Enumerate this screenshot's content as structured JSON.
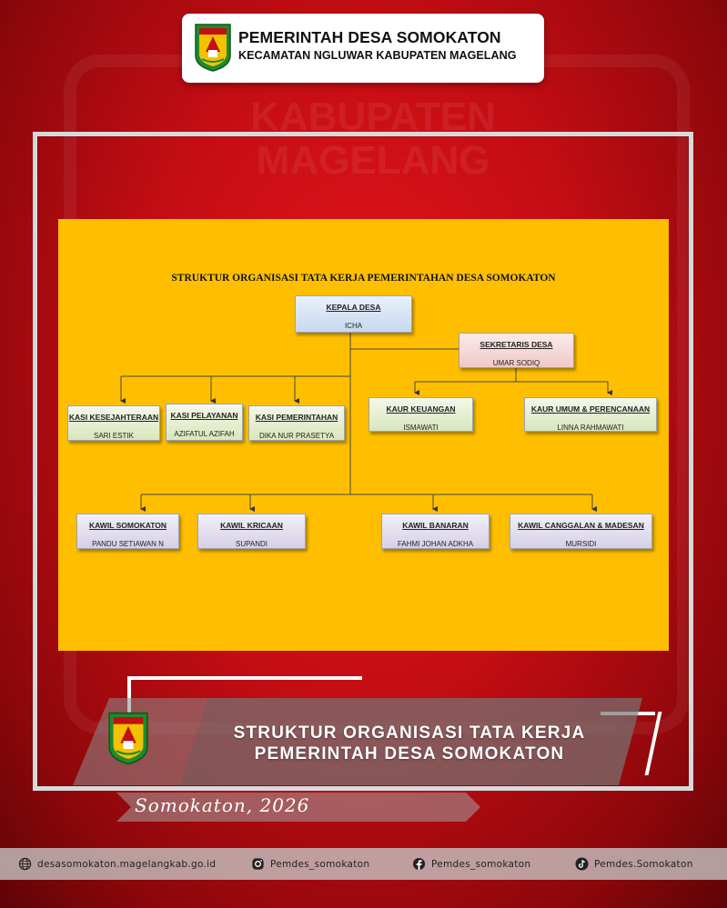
{
  "header": {
    "title": "PEMERINTAH DESA SOMOKATON",
    "subtitle": "KECAMATAN NGLUWAR KABUPATEN MAGELANG"
  },
  "background": {
    "watermark_text": "KABUPATEN MAGELANG"
  },
  "chart": {
    "title": "STRUKTUR ORGANISASI TATA KERJA PEMERINTAHAN DESA SOMOKATON",
    "nodes": {
      "kepala": {
        "title": "KEPALA DESA",
        "name": "ICHA"
      },
      "sekretaris": {
        "title": "SEKRETARIS DESA",
        "name": "UMAR SODIQ"
      },
      "kasi_kesra": {
        "title": "KASI KESEJAHTERAAN",
        "name": "SARI ESTIK"
      },
      "kasi_pel": {
        "title": "KASI PELAYANAN",
        "name": "AZIFATUL AZIFAH"
      },
      "kasi_pem": {
        "title": "KASI PEMERINTAHAN",
        "name": "DIKA NUR PRASETYA"
      },
      "kaur_keu": {
        "title": "KAUR KEUANGAN",
        "name": "ISMAWATI"
      },
      "kaur_umum": {
        "title": "KAUR UMUM & PERENCANAAN",
        "name": "LINNA RAHMAWATI"
      },
      "kawil_som": {
        "title": "KAWIL SOMOKATON",
        "name": "PANDU SETIAWAN N"
      },
      "kawil_kri": {
        "title": "KAWIL KRICAAN",
        "name": "SUPANDI"
      },
      "kawil_ban": {
        "title": "KAWIL BANARAN",
        "name": "FAHMI JOHAN ADKHA"
      },
      "kawil_can": {
        "title": "KAWIL CANGGALAN & MADESAN",
        "name": "MURSIDI"
      }
    }
  },
  "banner": {
    "line1": "STRUKTUR ORGANISASI TATA KERJA",
    "line2": "PEMERINTAH DESA SOMOKATON",
    "signature": "Somokaton, 2026"
  },
  "footer": {
    "website": "desasomokaton.magelangkab.go.id",
    "instagram": "Pemdes_somokaton",
    "facebook": "Pemdes_somokaton",
    "tiktok": "Pemdes.Somokaton"
  },
  "colors": {
    "background_red": "#c20d13",
    "panel_yellow": "#ffbf00",
    "node_blue": "#c7d8ef",
    "node_pink": "#f0c8c8",
    "node_green": "#d9e6bc",
    "node_purple": "#d6d0e8"
  },
  "icons": {
    "logo": "regency-shield-logo",
    "website": "globe-icon",
    "instagram": "instagram-icon",
    "facebook": "facebook-icon",
    "tiktok": "tiktok-icon"
  }
}
